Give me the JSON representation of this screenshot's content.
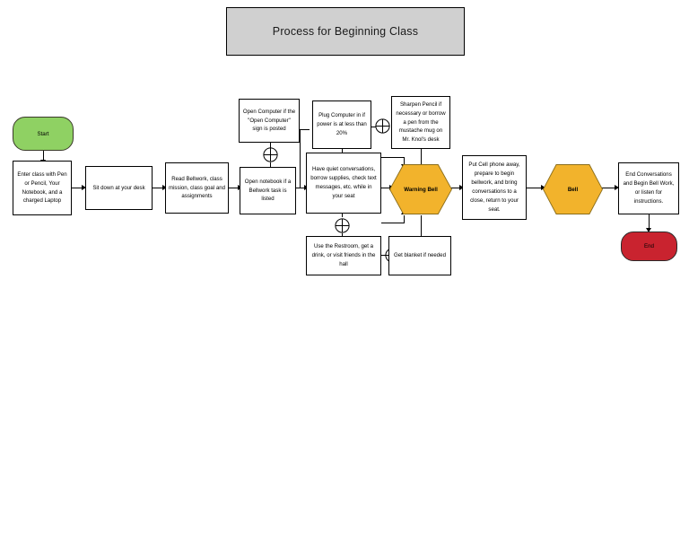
{
  "diagram": {
    "title": "Process for Beginning Class",
    "type": "flowchart",
    "colors": {
      "title_fill": "#d0d0d0",
      "start_fill": "#8fd163",
      "end_fill": "#c9232f",
      "hexagon_fill": "#f2b32c",
      "process_fill": "#ffffff",
      "stroke": "#000000"
    }
  },
  "nodes": {
    "start": {
      "label": "Start",
      "shape": "terminator"
    },
    "enter_class": {
      "label": "Enter class with Pen or Pencil, Your Notebook, and a charged Laptop",
      "shape": "process"
    },
    "sit_down": {
      "label": "Sit down at your desk",
      "shape": "process"
    },
    "read_bellwork": {
      "label": "Read Bellwork, class mission, class goal and assignments",
      "shape": "process"
    },
    "open_notebook": {
      "label": "Open notebook if a Bellwork task is listed",
      "shape": "process"
    },
    "open_computer": {
      "label": "Open Computer if the \"Open Computer\" sign is posted",
      "shape": "process"
    },
    "plug_computer": {
      "label": "Plug Computer in if power is at less than 20%",
      "shape": "process"
    },
    "sharpen_pencil": {
      "label": "Sharpen Pencil if necessary or borrow a pen from the mustache mug on Mr. Knol's desk",
      "shape": "process"
    },
    "quiet_conversations": {
      "label": "Have quiet conversations, borrow supplies, check text messages, etc. while in your seat",
      "shape": "process"
    },
    "use_restroom": {
      "label": "Use the Restroom, get a drink, or visit friends in the hall",
      "shape": "process"
    },
    "get_blanket": {
      "label": "Get  blanket if needed",
      "shape": "process"
    },
    "warning_bell": {
      "label": "Warning Bell",
      "shape": "hexagon"
    },
    "put_cell_phone": {
      "label": "Put Cell phone away, prepare to begin bellwork, and bring conversations to a close, return to your seat.",
      "shape": "process"
    },
    "bell": {
      "label": "Bell",
      "shape": "hexagon"
    },
    "end_conversations": {
      "label": "End Conversations and Begin Bell Work, or listen for instructions.",
      "shape": "process"
    },
    "end": {
      "label": "End",
      "shape": "terminator"
    }
  },
  "junctions": [
    {
      "name": "junction-open-computer",
      "symbol": "circle-plus"
    },
    {
      "name": "junction-plug-computer",
      "symbol": "circle-plus"
    },
    {
      "name": "junction-sharpen-pencil",
      "symbol": "circle-plus"
    },
    {
      "name": "junction-quiet-conversations",
      "symbol": "circle-plus"
    },
    {
      "name": "junction-use-restroom",
      "symbol": "circle-plus"
    }
  ]
}
